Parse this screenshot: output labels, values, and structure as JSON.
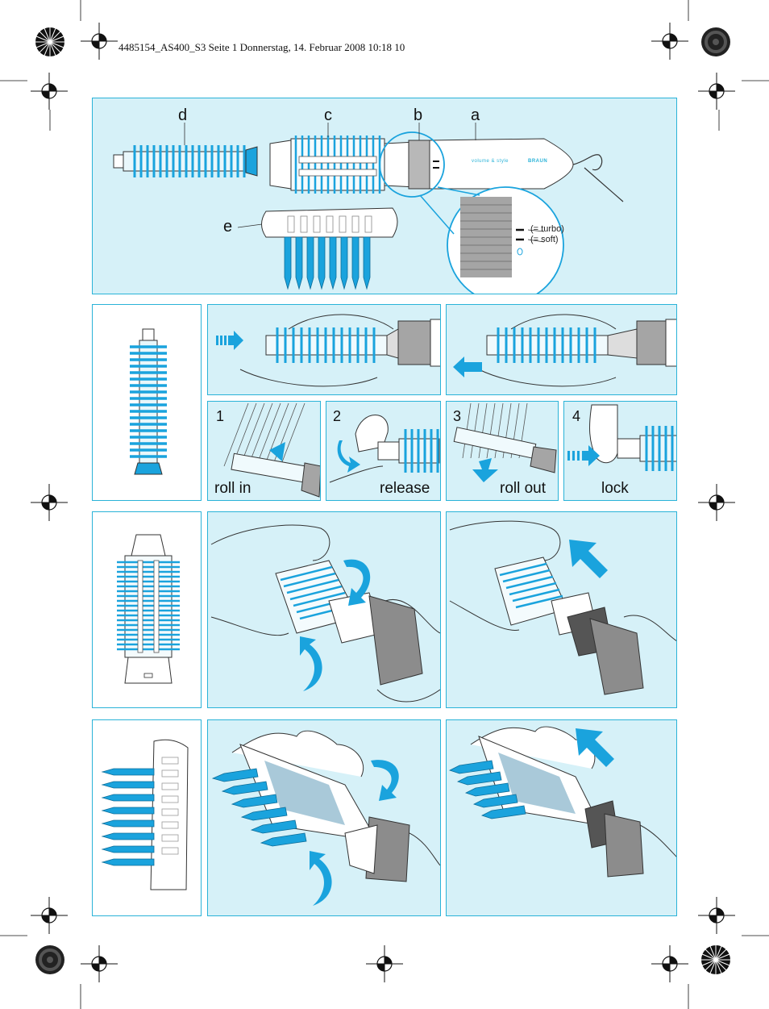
{
  "header": {
    "text": "4485154_AS400_S3  Seite 1  Donnerstag, 14. Februar 2008  10:18 10"
  },
  "overview": {
    "part_labels": [
      "d",
      "c",
      "b",
      "a",
      "e"
    ],
    "switch_settings": [
      "(= turbo)",
      "(= soft)"
    ],
    "handle_text": "volume & style",
    "brand": "BRAUN"
  },
  "steps": [
    {
      "number": "1",
      "caption": "roll in"
    },
    {
      "number": "2",
      "caption": "release"
    },
    {
      "number": "3",
      "caption": "roll out"
    },
    {
      "number": "4",
      "caption": "lock"
    }
  ],
  "colors": {
    "panel_bg": "#d6f1f8",
    "border": "#2ab3d8",
    "accent": "#1aa3dd",
    "grey": "#8c8c8c"
  },
  "icons": [
    "registration-mark",
    "arrow-right",
    "arrow-left",
    "rotate-arrow",
    "arrow-up-left"
  ]
}
